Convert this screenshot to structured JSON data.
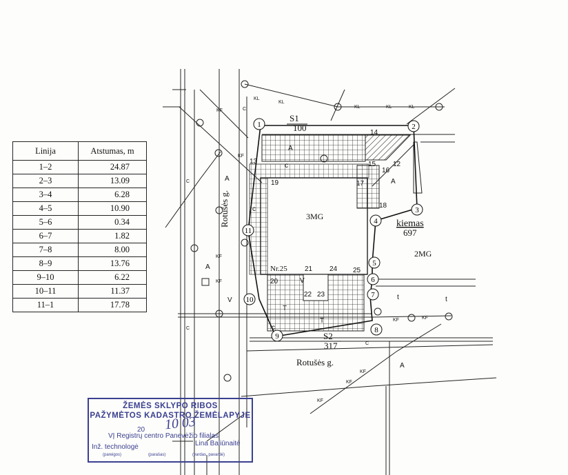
{
  "table": {
    "header": {
      "line": "Linija",
      "distance": "Atstumas, m"
    },
    "rows": [
      {
        "seg": "1–2",
        "dist": "24.87"
      },
      {
        "seg": "2–3",
        "dist": "13.09"
      },
      {
        "seg": "3–4",
        "dist": "6.28"
      },
      {
        "seg": "4–5",
        "dist": "10.90"
      },
      {
        "seg": "5–6",
        "dist": "0.34"
      },
      {
        "seg": "6–7",
        "dist": "1.82"
      },
      {
        "seg": "7–8",
        "dist": "8.00"
      },
      {
        "seg": "8–9",
        "dist": "13.76"
      },
      {
        "seg": "9–10",
        "dist": "6.22"
      },
      {
        "seg": "10–11",
        "dist": "11.37"
      },
      {
        "seg": "11–1",
        "dist": "17.78"
      }
    ]
  },
  "plan": {
    "points": [
      "1",
      "2",
      "3",
      "4",
      "5",
      "6",
      "7",
      "8",
      "9",
      "10",
      "11"
    ],
    "sub_points": [
      "12",
      "13",
      "14",
      "15",
      "16",
      "17",
      "18",
      "19",
      "20",
      "21",
      "22",
      "23",
      "24",
      "25"
    ],
    "nr_label": "Nr.25",
    "lots": {
      "s1_name": "S1",
      "s1_value": "100",
      "s2_name": "S2",
      "s2_value": "317",
      "kiemas_name": "kiemas",
      "kiemas_value": "697"
    },
    "buildings": {
      "main": "3MG",
      "side": "2MG"
    },
    "streets": {
      "street": "Rotušės g."
    },
    "zone_letters": [
      "A",
      "c",
      "T",
      "V",
      "t"
    ],
    "utilities": {
      "kl": "KL",
      "kf": "KF",
      "c": "C"
    }
  },
  "stamp": {
    "title1": "ŽEMĖS SKLYPO RIBOS",
    "title2": "PAŽYMĖTOS KADASTRO ŽEMĖLAPYJE",
    "year": "20",
    "date": "10 03",
    "office": "VĮ Registrų centro Panevėžio filialas",
    "role": "Inž. technologė",
    "name": "Lina Baliūnaitė",
    "cap1": "(pareigos)",
    "cap2": "(parašas)",
    "cap3": "(vardas, pavardė)"
  },
  "colors": {
    "ink": "#1a1a1a",
    "stamp": "#3a3f8f"
  }
}
